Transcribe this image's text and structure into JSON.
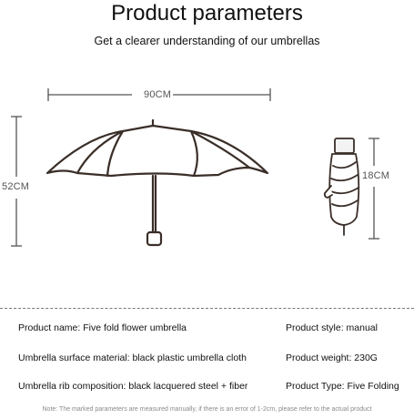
{
  "header": {
    "title": "Product parameters",
    "subtitle": "Get a clearer understanding of our umbrellas"
  },
  "dimensions": {
    "open_width": "90CM",
    "open_height": "52CM",
    "folded_length": "18CM"
  },
  "specs": {
    "left": [
      "Product name: Five fold flower umbrella",
      "Umbrella surface material: black plastic umbrella cloth",
      "Umbrella rib composition: black lacquered steel + fiber"
    ],
    "right": [
      "Product style: manual",
      "Product weight: 230G",
      "Product Type: Five Folding"
    ]
  },
  "footnote": "Note: The marked parameters are measured manually, if there is an error of 1-2cm, please refer to the actual product"
}
